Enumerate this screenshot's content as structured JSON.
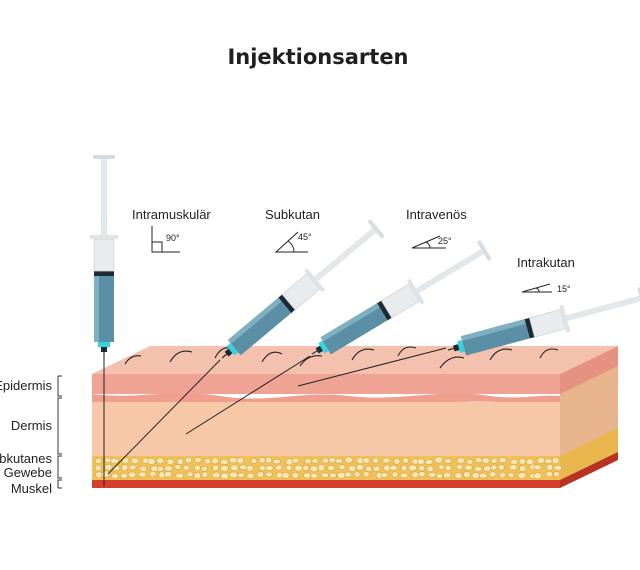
{
  "title": "Injektionsarten",
  "injections": [
    {
      "name": "Intramuskulär",
      "angle": "90°"
    },
    {
      "name": "Subkutan",
      "angle": "45°"
    },
    {
      "name": "Intravenös",
      "angle": "25°"
    },
    {
      "name": "Intrakutan",
      "angle": "15°"
    }
  ],
  "layers": {
    "epidermis": "Epidermis",
    "dermis": "Dermis",
    "subcutaneous_line1": "Subkutanes",
    "subcutaneous_line2": "Gewebe",
    "muscle": "Muskel"
  },
  "colors": {
    "epidermis": "#efa394",
    "dermis": "#f6c8a8",
    "fat": "#f0c158",
    "muscle": "#d63f2e",
    "barrel_fluid": "#5b8fa5",
    "needle_hub": "#36d2e0"
  }
}
